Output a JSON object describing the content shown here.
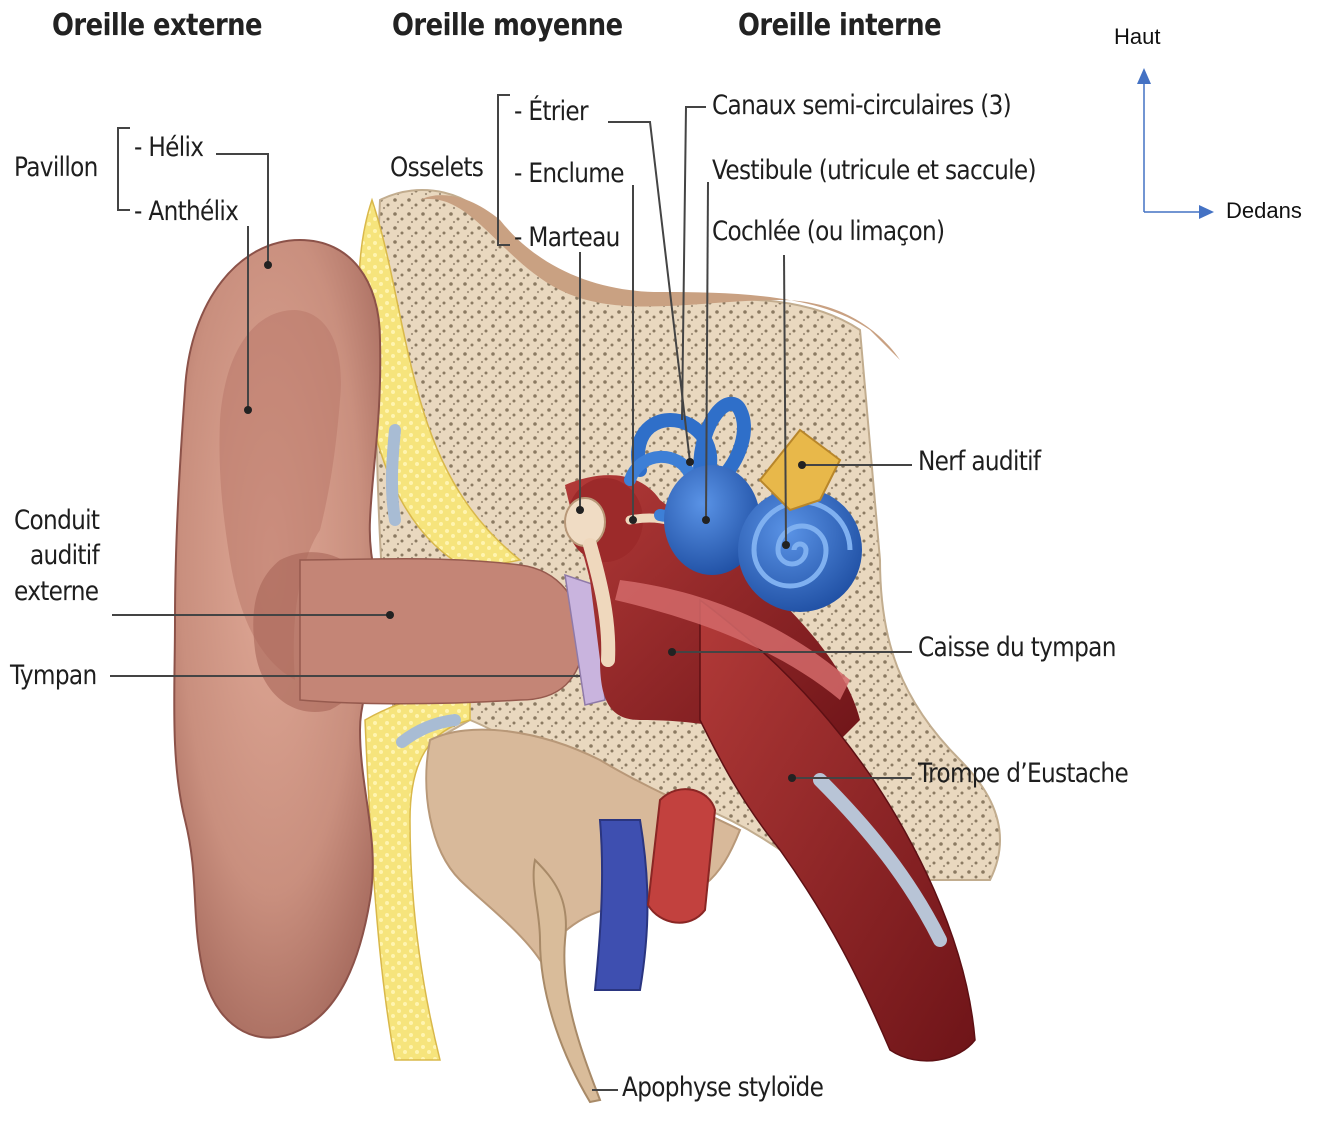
{
  "headers": {
    "outer": "Oreille externe",
    "middle": "Oreille moyenne",
    "inner": "Oreille interne"
  },
  "orientation": {
    "up": "Haut",
    "inward": "Dedans",
    "arrow_color": "#4472c4"
  },
  "labels": {
    "pavillon": "Pavillon",
    "helix": "- Hélix",
    "anthelix": "- Anthélix",
    "osselets": "Osselets",
    "etrier": "- Étrier",
    "enclume": "- Enclume",
    "marteau": "- Marteau",
    "canaux": "Canaux semi-circulaires (3)",
    "vestibule": "Vestibule (utricule et saccule)",
    "cochlee": "Cochlée (ou limaçon)",
    "nerf": "Nerf auditif",
    "conduit_1": "Conduit",
    "conduit_2": "auditif",
    "conduit_3": "externe",
    "tympan": "Tympan",
    "caisse": "Caisse du tympan",
    "trompe": "Trompe d’Eustache",
    "apophyse": "Apophyse styloïde"
  },
  "colors": {
    "skin": "#c98f7e",
    "skin_shadow": "#a0655b",
    "bone": "#e6d3b8",
    "bone_pore": "#8b7a62",
    "cartilage": "#f5e27a",
    "cochlea_blue": "#2f6fc9",
    "nerve": "#e8b84a",
    "cavity_red": "#8a1e22",
    "vein": "#3e4fb0",
    "artery": "#c2413e"
  }
}
